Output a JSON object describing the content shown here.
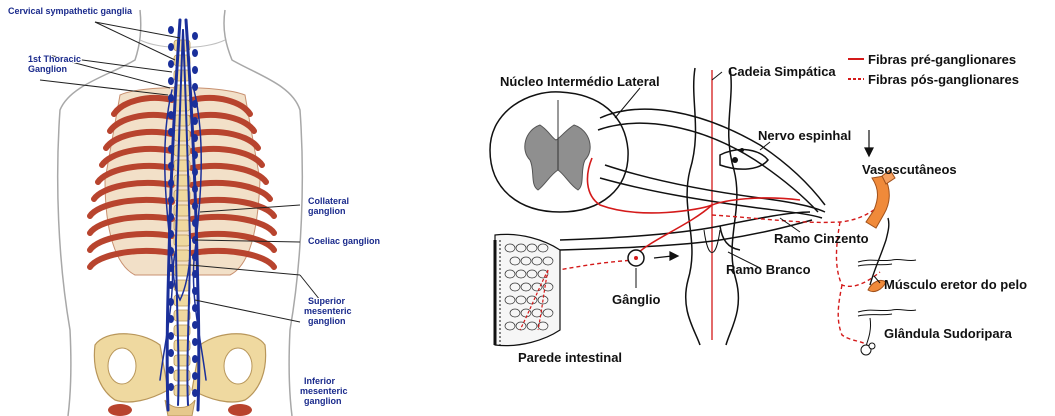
{
  "left_figure": {
    "labels": {
      "cervical": "Cervical sympathetic ganglia",
      "thoracic_1": "1st Thoracic",
      "thoracic_2": "Ganglion",
      "collateral_1": "Collateral",
      "collateral_2": "ganglion",
      "coeliac": "Coeliac ganglion",
      "superior_1": "Superior",
      "superior_2": "mesenteric",
      "superior_3": "ganglion",
      "inferior_1": "Inferior",
      "inferior_2": "mesenteric",
      "inferior_3": "ganglion"
    }
  },
  "right_figure": {
    "labels": {
      "nucleo": "Núcleo Intermédio Lateral",
      "cadeia": "Cadeia Simpática",
      "nervo": "Nervo espinhal",
      "vasos": "Vasoscutâneos",
      "cinzento": "Ramo Cinzento",
      "branco": "Ramo Branco",
      "ganglio": "Gânglio",
      "musculo": "Músculo eretor do pelo",
      "glandula": "Glândula Sudoripara",
      "parede": "Parede intestinal"
    },
    "legend": {
      "pre": "Fibras pré-ganglionares",
      "pos": "Fibras pós-ganglionares"
    }
  },
  "colors": {
    "nerve_blue": "#1a2f9a",
    "fiber_red": "#d41a1a",
    "rib_red": "#b8442e",
    "bone": "#efd9a0",
    "body_outline": "#9a9a9a"
  }
}
